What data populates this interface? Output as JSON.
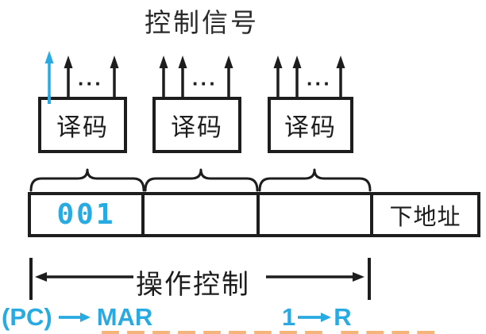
{
  "title": "控制信号",
  "colors": {
    "ink": "#1d1d1d",
    "accent_blue": "#29ABE2",
    "watermark_orange": "#F4A763"
  },
  "ellipsis": "···",
  "decoders": [
    {
      "label": "译码"
    },
    {
      "label": "译码"
    },
    {
      "label": "译码"
    }
  ],
  "register": {
    "cells": [
      {
        "value": "001"
      },
      {
        "value": ""
      },
      {
        "value": ""
      },
      {
        "value": "下地址"
      }
    ]
  },
  "span_label": "操作控制",
  "micro_ops": [
    {
      "source": "(PC)",
      "target": "MAR"
    },
    {
      "source": "1",
      "target": "R"
    }
  ],
  "watermark": {
    "text": "〓〓〓〓〓〓〓〓〓 〓〓〓〓"
  }
}
